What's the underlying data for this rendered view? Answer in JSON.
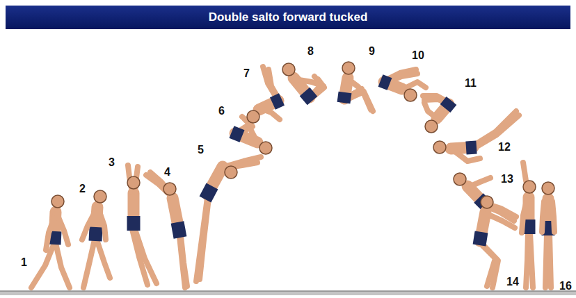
{
  "diagram": {
    "title": "Double salto forward tucked",
    "labels": [
      "1",
      "2",
      "3",
      "4",
      "5",
      "6",
      "7",
      "8",
      "9",
      "10",
      "11",
      "12",
      "13",
      "14",
      "16"
    ]
  }
}
